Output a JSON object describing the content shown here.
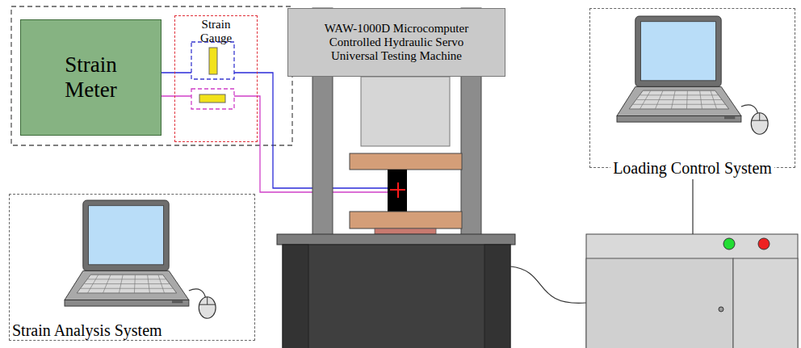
{
  "diagram": {
    "nodes": [
      {
        "text": [
          "Strain Meter"
        ]
      },
      {
        "text": [
          "Strain Gauge"
        ]
      },
      {
        "text": [
          "WAW-1000D Microcomputer Controlled Hydraulic Servo Universal Testing Machine"
        ]
      },
      {
        "text": [
          "Loading Control System"
        ]
      },
      {
        "text": [
          "Strain Analysis System"
        ]
      }
    ]
  }
}
